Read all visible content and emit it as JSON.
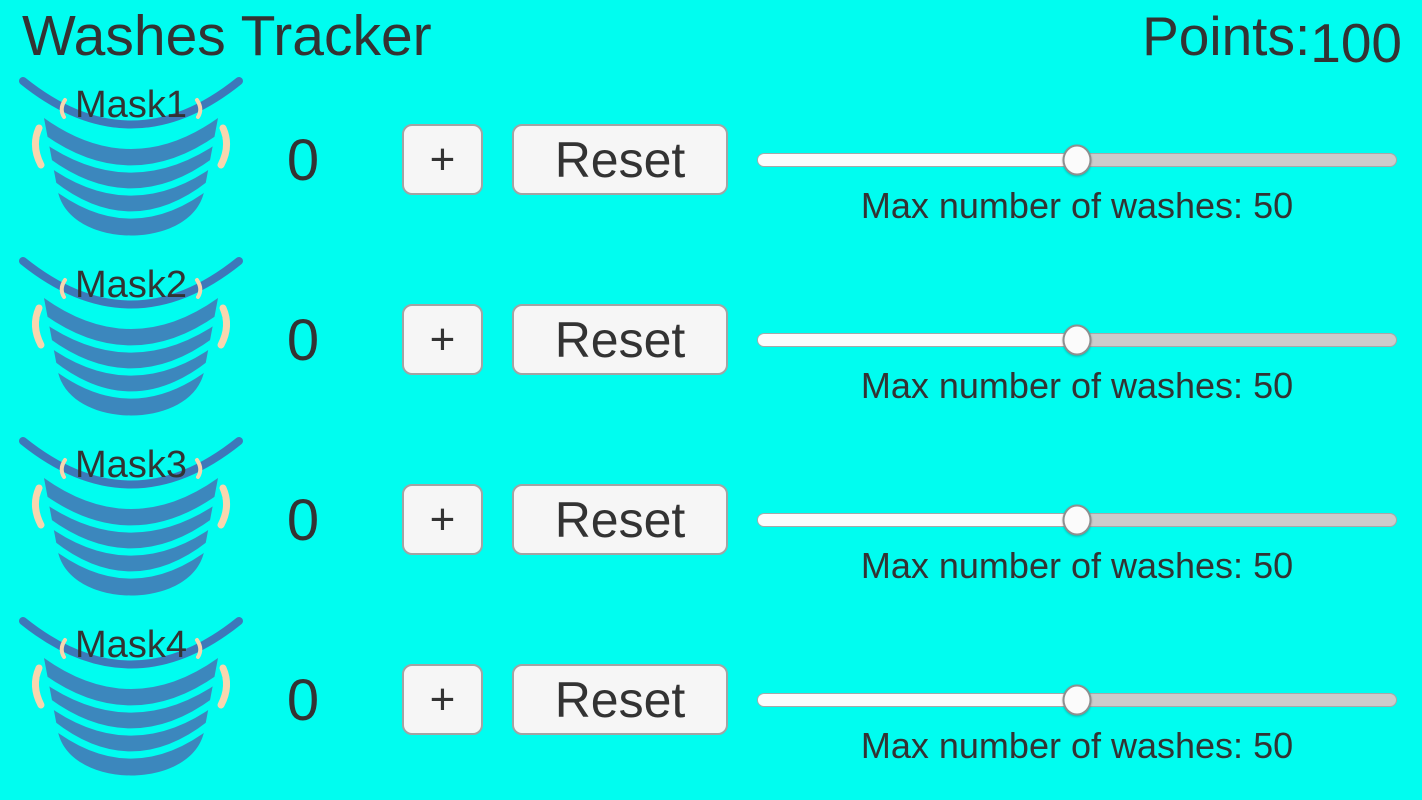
{
  "header": {
    "title": "Washes Tracker",
    "points_label": "Points:",
    "points_value": "100"
  },
  "colors": {
    "background": "#00fdf0",
    "text": "#333333",
    "mask-body": "#3c87bd",
    "mask-rim": "#3d78ba",
    "ear": "#f7d6ae",
    "button-bg": "#f6f6f6",
    "button-border": "#a3a3a3",
    "track-left": "#fcfcfc",
    "track-right": "#cbcbcb",
    "track-border": "#a8a8a8",
    "thumb-bg": "#fbfbfb",
    "thumb-border": "#8f8f8f"
  },
  "masks": [
    {
      "icon": "face-mask-icon",
      "label": "Mask1",
      "count": "0",
      "increment_label": "+",
      "reset_label": "Reset",
      "slider_percent": 50,
      "max_washes_label": "Max number of washes:",
      "max_washes_value": "50"
    },
    {
      "icon": "face-mask-icon",
      "label": "Mask2",
      "count": "0",
      "increment_label": "+",
      "reset_label": "Reset",
      "slider_percent": 50,
      "max_washes_label": "Max number of washes:",
      "max_washes_value": "50"
    },
    {
      "icon": "face-mask-icon",
      "label": "Mask3",
      "count": "0",
      "increment_label": "+",
      "reset_label": "Reset",
      "slider_percent": 50,
      "max_washes_label": "Max number of washes:",
      "max_washes_value": "50"
    },
    {
      "icon": "face-mask-icon",
      "label": "Mask4",
      "count": "0",
      "increment_label": "+",
      "reset_label": "Reset",
      "slider_percent": 50,
      "max_washes_label": "Max number of washes:",
      "max_washes_value": "50"
    }
  ]
}
